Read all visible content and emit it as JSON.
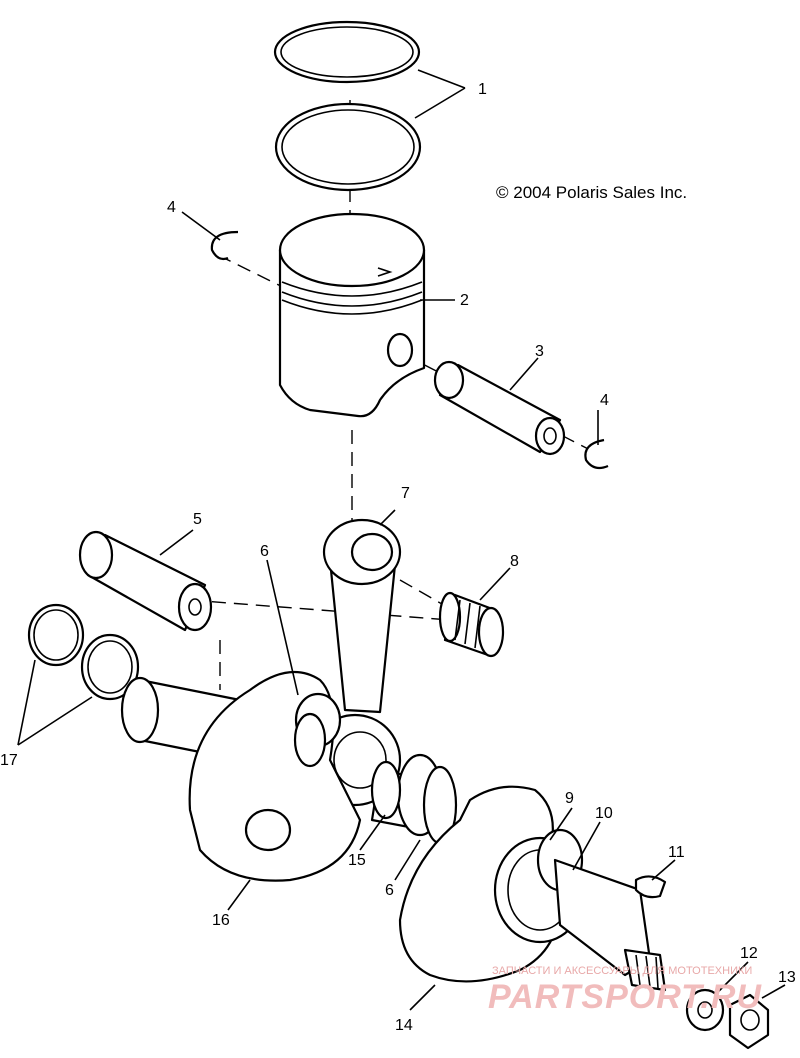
{
  "copyright": "© 2004 Polaris Sales Inc.",
  "callouts": [
    {
      "id": "ring",
      "label": "1"
    },
    {
      "id": "piston",
      "label": "2"
    },
    {
      "id": "piston-pin",
      "label": "3"
    },
    {
      "id": "circlip-left",
      "label": "4"
    },
    {
      "id": "circlip-right",
      "label": "4"
    },
    {
      "id": "crank-pin",
      "label": "5"
    },
    {
      "id": "washer-upper",
      "label": "6"
    },
    {
      "id": "washer-lower",
      "label": "6"
    },
    {
      "id": "connecting-rod",
      "label": "7"
    },
    {
      "id": "needle-bearing",
      "label": "8"
    },
    {
      "id": "part-9",
      "label": "9"
    },
    {
      "id": "main-bearing",
      "label": "10"
    },
    {
      "id": "woodruff-key",
      "label": "11"
    },
    {
      "id": "washer-12",
      "label": "12"
    },
    {
      "id": "nut-13",
      "label": "13"
    },
    {
      "id": "crank-half-mag",
      "label": "14"
    },
    {
      "id": "bearing-15",
      "label": "15"
    },
    {
      "id": "crank-half-pto",
      "label": "16"
    },
    {
      "id": "seal-rings",
      "label": "17"
    }
  ],
  "watermark": {
    "small": "ЗАПЧАСТИ И АКСЕССУАРЫ ДЛЯ МОТОТЕХНИКИ",
    "big": "PARTSPORT.RU"
  }
}
